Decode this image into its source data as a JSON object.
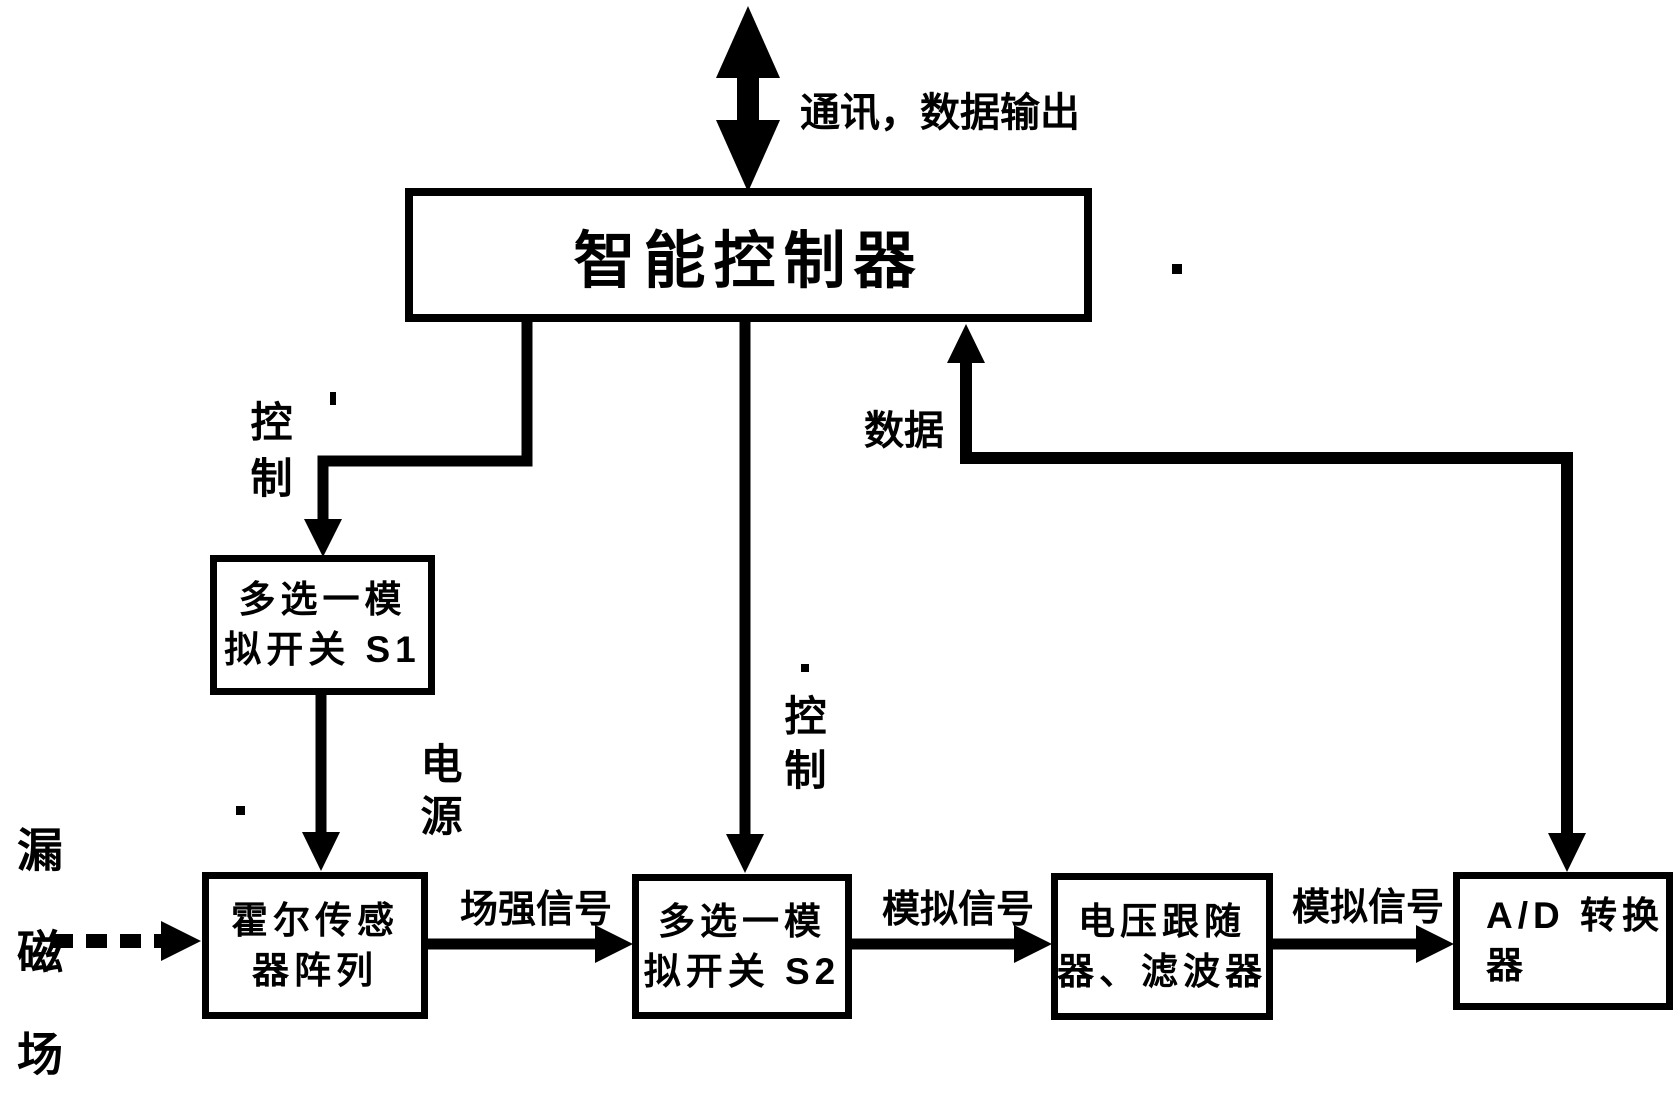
{
  "figure": {
    "background": "#ffffff",
    "ink": "#000000",
    "top_label": "通讯，数据输出",
    "controller": "智能控制器",
    "boxes": {
      "switch_s1": {
        "line1": "多选一模",
        "line2": "拟开关 S1"
      },
      "hall_array": {
        "line1": "霍尔传感",
        "line2": "器阵列"
      },
      "switch_s2": {
        "line1": "多选一模",
        "line2": "拟开关 S2"
      },
      "voltage_follower": {
        "line1": "电压跟随",
        "line2": "器、滤波器"
      },
      "ad_converter": {
        "line1": "A/D 转换",
        "line2": "器"
      }
    },
    "edge_labels": {
      "control_left": "控制",
      "control_center": "控制",
      "power": "电源",
      "data": "数据",
      "field_strength_signal": "场强信号",
      "analog_signal_left": "模拟信号",
      "analog_signal_right": "模拟信号",
      "leakage_field": "漏磁场"
    }
  }
}
